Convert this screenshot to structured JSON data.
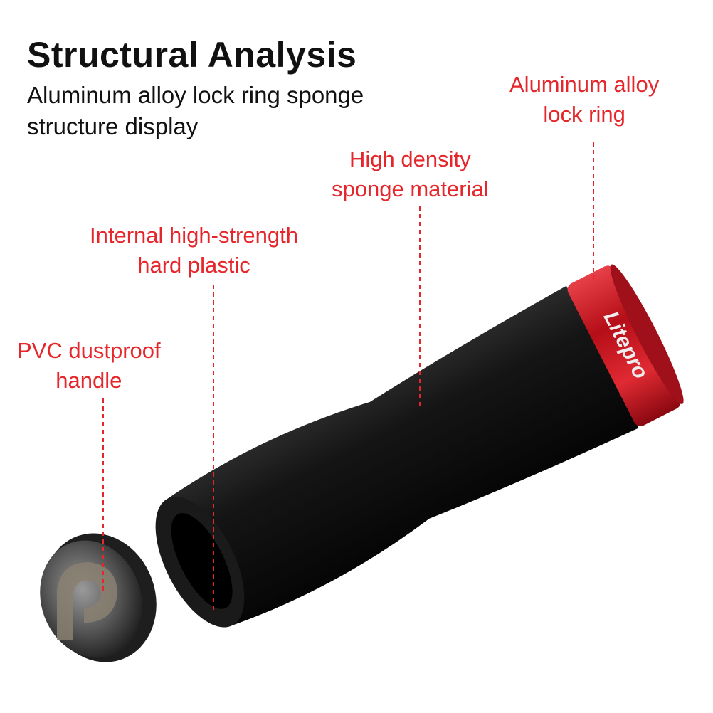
{
  "header": {
    "title": "Structural Analysis",
    "subtitle_line1": "Aluminum alloy lock ring sponge",
    "subtitle_line2": "structure display"
  },
  "callouts": {
    "lock_ring": {
      "line1": "Aluminum alloy",
      "line2": "lock ring"
    },
    "sponge": {
      "line1": "High density",
      "line2": "sponge material"
    },
    "plastic": {
      "line1": "Internal high-strength",
      "line2": "hard plastic"
    },
    "handle": {
      "line1": "PVC dustproof",
      "line2": "handle"
    }
  },
  "product": {
    "brand_logo": "Litepro"
  },
  "colors": {
    "accent": "#e5262b",
    "ring": "#c8141c",
    "foam": "#111111"
  }
}
